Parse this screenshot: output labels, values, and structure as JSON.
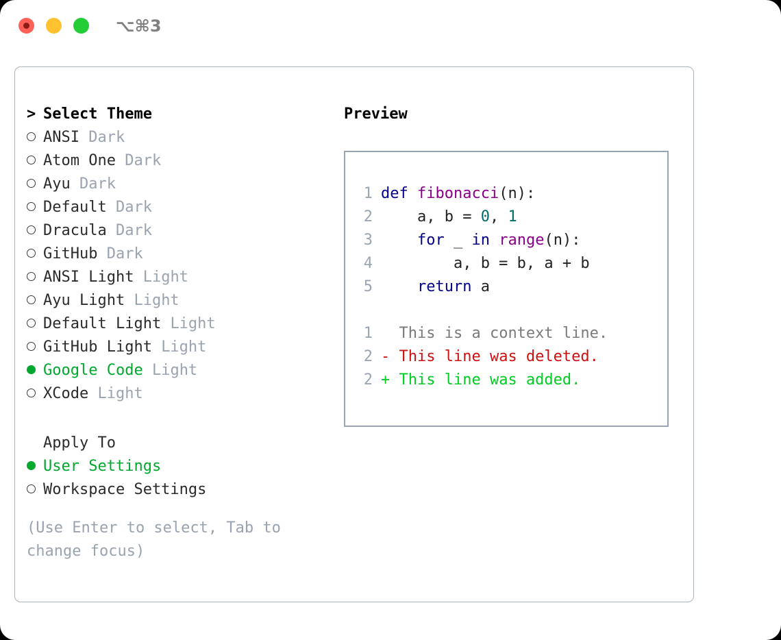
{
  "window": {
    "shortcut_label": "⌥⌘3",
    "traffic_lights": [
      "close",
      "minimize",
      "maximize"
    ]
  },
  "theme_picker": {
    "header_marker": ">",
    "header_label": "Select Theme",
    "items": [
      {
        "name": "ANSI",
        "mode": "Dark",
        "selected": false
      },
      {
        "name": "Atom One",
        "mode": "Dark",
        "selected": false
      },
      {
        "name": "Ayu",
        "mode": "Dark",
        "selected": false
      },
      {
        "name": "Default",
        "mode": "Dark",
        "selected": false
      },
      {
        "name": "Dracula",
        "mode": "Dark",
        "selected": false
      },
      {
        "name": "GitHub",
        "mode": "Dark",
        "selected": false
      },
      {
        "name": "ANSI Light",
        "mode": "Light",
        "selected": false
      },
      {
        "name": "Ayu Light",
        "mode": "Light",
        "selected": false
      },
      {
        "name": "Default Light",
        "mode": "Light",
        "selected": false
      },
      {
        "name": "GitHub Light",
        "mode": "Light",
        "selected": false
      },
      {
        "name": "Google Code",
        "mode": "Light",
        "selected": true
      },
      {
        "name": "XCode",
        "mode": "Light",
        "selected": false
      }
    ]
  },
  "apply_to": {
    "header_label": "Apply To",
    "options": [
      {
        "label": "User Settings",
        "selected": true
      },
      {
        "label": "Workspace Settings",
        "selected": false
      }
    ]
  },
  "hint": {
    "text": "(Use Enter to select, Tab to change focus)"
  },
  "preview": {
    "title": "Preview",
    "code_lines": [
      {
        "no": "1",
        "tokens": [
          {
            "t": "def ",
            "c": "kw"
          },
          {
            "t": "fibonacci",
            "c": "fn"
          },
          {
            "t": "(n):",
            "c": "pl"
          }
        ]
      },
      {
        "no": "2",
        "tokens": [
          {
            "t": "    a, b = ",
            "c": "pl"
          },
          {
            "t": "0",
            "c": "num"
          },
          {
            "t": ", ",
            "c": "pl"
          },
          {
            "t": "1",
            "c": "num"
          }
        ]
      },
      {
        "no": "3",
        "tokens": [
          {
            "t": "    ",
            "c": "pl"
          },
          {
            "t": "for",
            "c": "kw"
          },
          {
            "t": " _ ",
            "c": "pl"
          },
          {
            "t": "in",
            "c": "kw"
          },
          {
            "t": " ",
            "c": "pl"
          },
          {
            "t": "range",
            "c": "fn"
          },
          {
            "t": "(n):",
            "c": "pl"
          }
        ]
      },
      {
        "no": "4",
        "tokens": [
          {
            "t": "        a, b = b, a + b",
            "c": "pl"
          }
        ]
      },
      {
        "no": "5",
        "tokens": [
          {
            "t": "    ",
            "c": "pl"
          },
          {
            "t": "return",
            "c": "kw"
          },
          {
            "t": " a",
            "c": "pl"
          }
        ]
      }
    ],
    "diff_lines": [
      {
        "no": "1",
        "marker": " ",
        "text": "This is a context line.",
        "kind": "context"
      },
      {
        "no": "2",
        "marker": "-",
        "text": "This line was deleted.",
        "kind": "deleted"
      },
      {
        "no": "2",
        "marker": "+",
        "text": "This line was added.",
        "kind": "added"
      }
    ]
  },
  "colors": {
    "accent_green": "#00a82d",
    "muted_gray": "#9aa3b0",
    "keyword": "#00008b",
    "function": "#8b008b",
    "number": "#006b6b",
    "diff_deleted": "#cc1111",
    "diff_added": "#00cc22",
    "panel_border": "#aab2c0"
  }
}
